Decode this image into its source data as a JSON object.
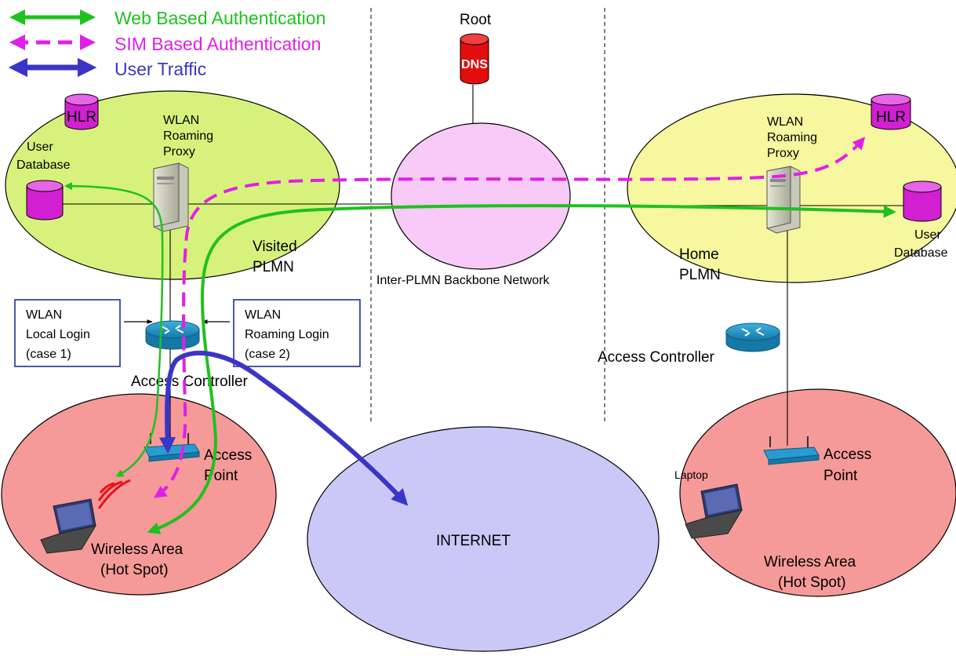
{
  "legend": {
    "web": "Web Based Authentication",
    "sim": "SIM Based Authentication",
    "traffic": "User Traffic"
  },
  "colors": {
    "web": "#1fc11f",
    "sim": "#e21fe6",
    "traffic": "#3b35c7",
    "plmn": "#d7f27c",
    "hotspot": "#f59a98",
    "backbone": "#f7caf7",
    "internet": "#c9c8f7",
    "db": "#d21fd2",
    "dns": "#e20d0d"
  },
  "center": {
    "root": "Root",
    "dns": "DNS",
    "backbone": "Inter-PLMN Backbone Network",
    "internet": "INTERNET"
  },
  "visited": {
    "hlr": "HLR",
    "user_db": [
      "User",
      "Database"
    ],
    "proxy": [
      "WLAN",
      "Roaming",
      "Proxy"
    ],
    "plmn": [
      "Visited",
      "PLMN"
    ],
    "local_login": [
      "WLAN",
      "Local Login",
      "(case 1)"
    ],
    "roaming_login": [
      "WLAN",
      "Roaming Login",
      "(case 2)"
    ],
    "access_controller": "Access Controller",
    "access_point": [
      "Access",
      "Point"
    ],
    "wireless_area": [
      "Wireless Area",
      "(Hot Spot)"
    ]
  },
  "home": {
    "hlr": "HLR",
    "proxy": [
      "WLAN",
      "Roaming",
      "Proxy"
    ],
    "user_db": [
      "User",
      "Database"
    ],
    "plmn": [
      "Home",
      "PLMN"
    ],
    "access_controller": "Access Controller",
    "access_point": [
      "Access",
      "Point"
    ],
    "laptop": "Laptop",
    "wireless_area": [
      "Wireless Area",
      "(Hot Spot)"
    ]
  }
}
